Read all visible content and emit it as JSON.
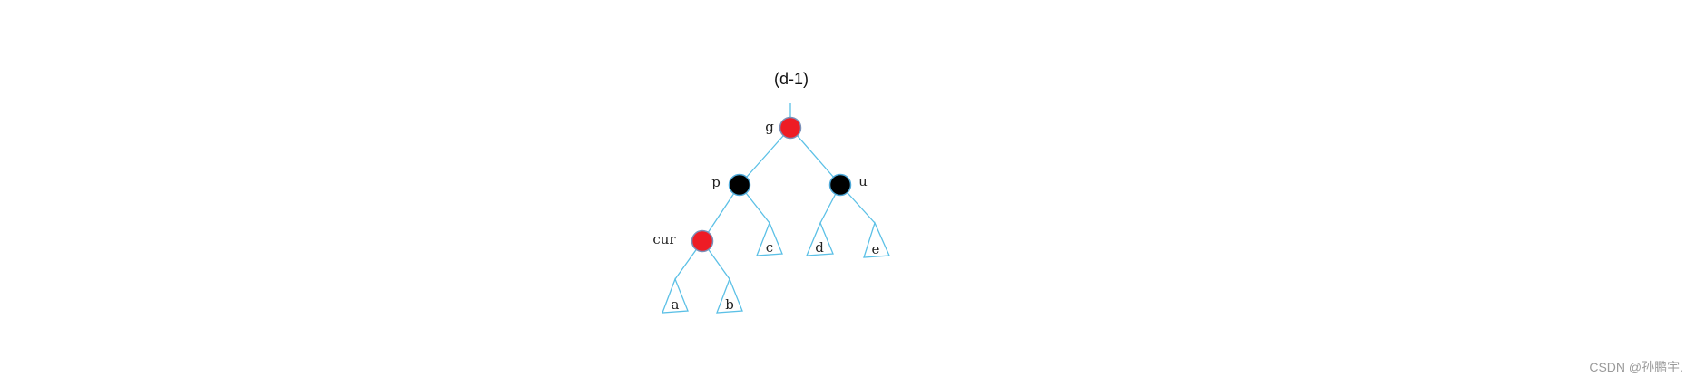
{
  "diagram": {
    "title": "(d-1)",
    "colors": {
      "red_node": "#ee1c25",
      "black_node": "#000000",
      "edge": "#5bc0e6"
    },
    "nodes": {
      "g": {
        "label": "g",
        "color": "red"
      },
      "p": {
        "label": "p",
        "color": "black"
      },
      "u": {
        "label": "u",
        "color": "black"
      },
      "cur": {
        "label": "cur",
        "color": "red"
      }
    },
    "subtrees": {
      "a": "a",
      "b": "b",
      "c": "c",
      "d": "d",
      "e": "e"
    }
  },
  "watermark": "CSDN @孙鹏宇."
}
